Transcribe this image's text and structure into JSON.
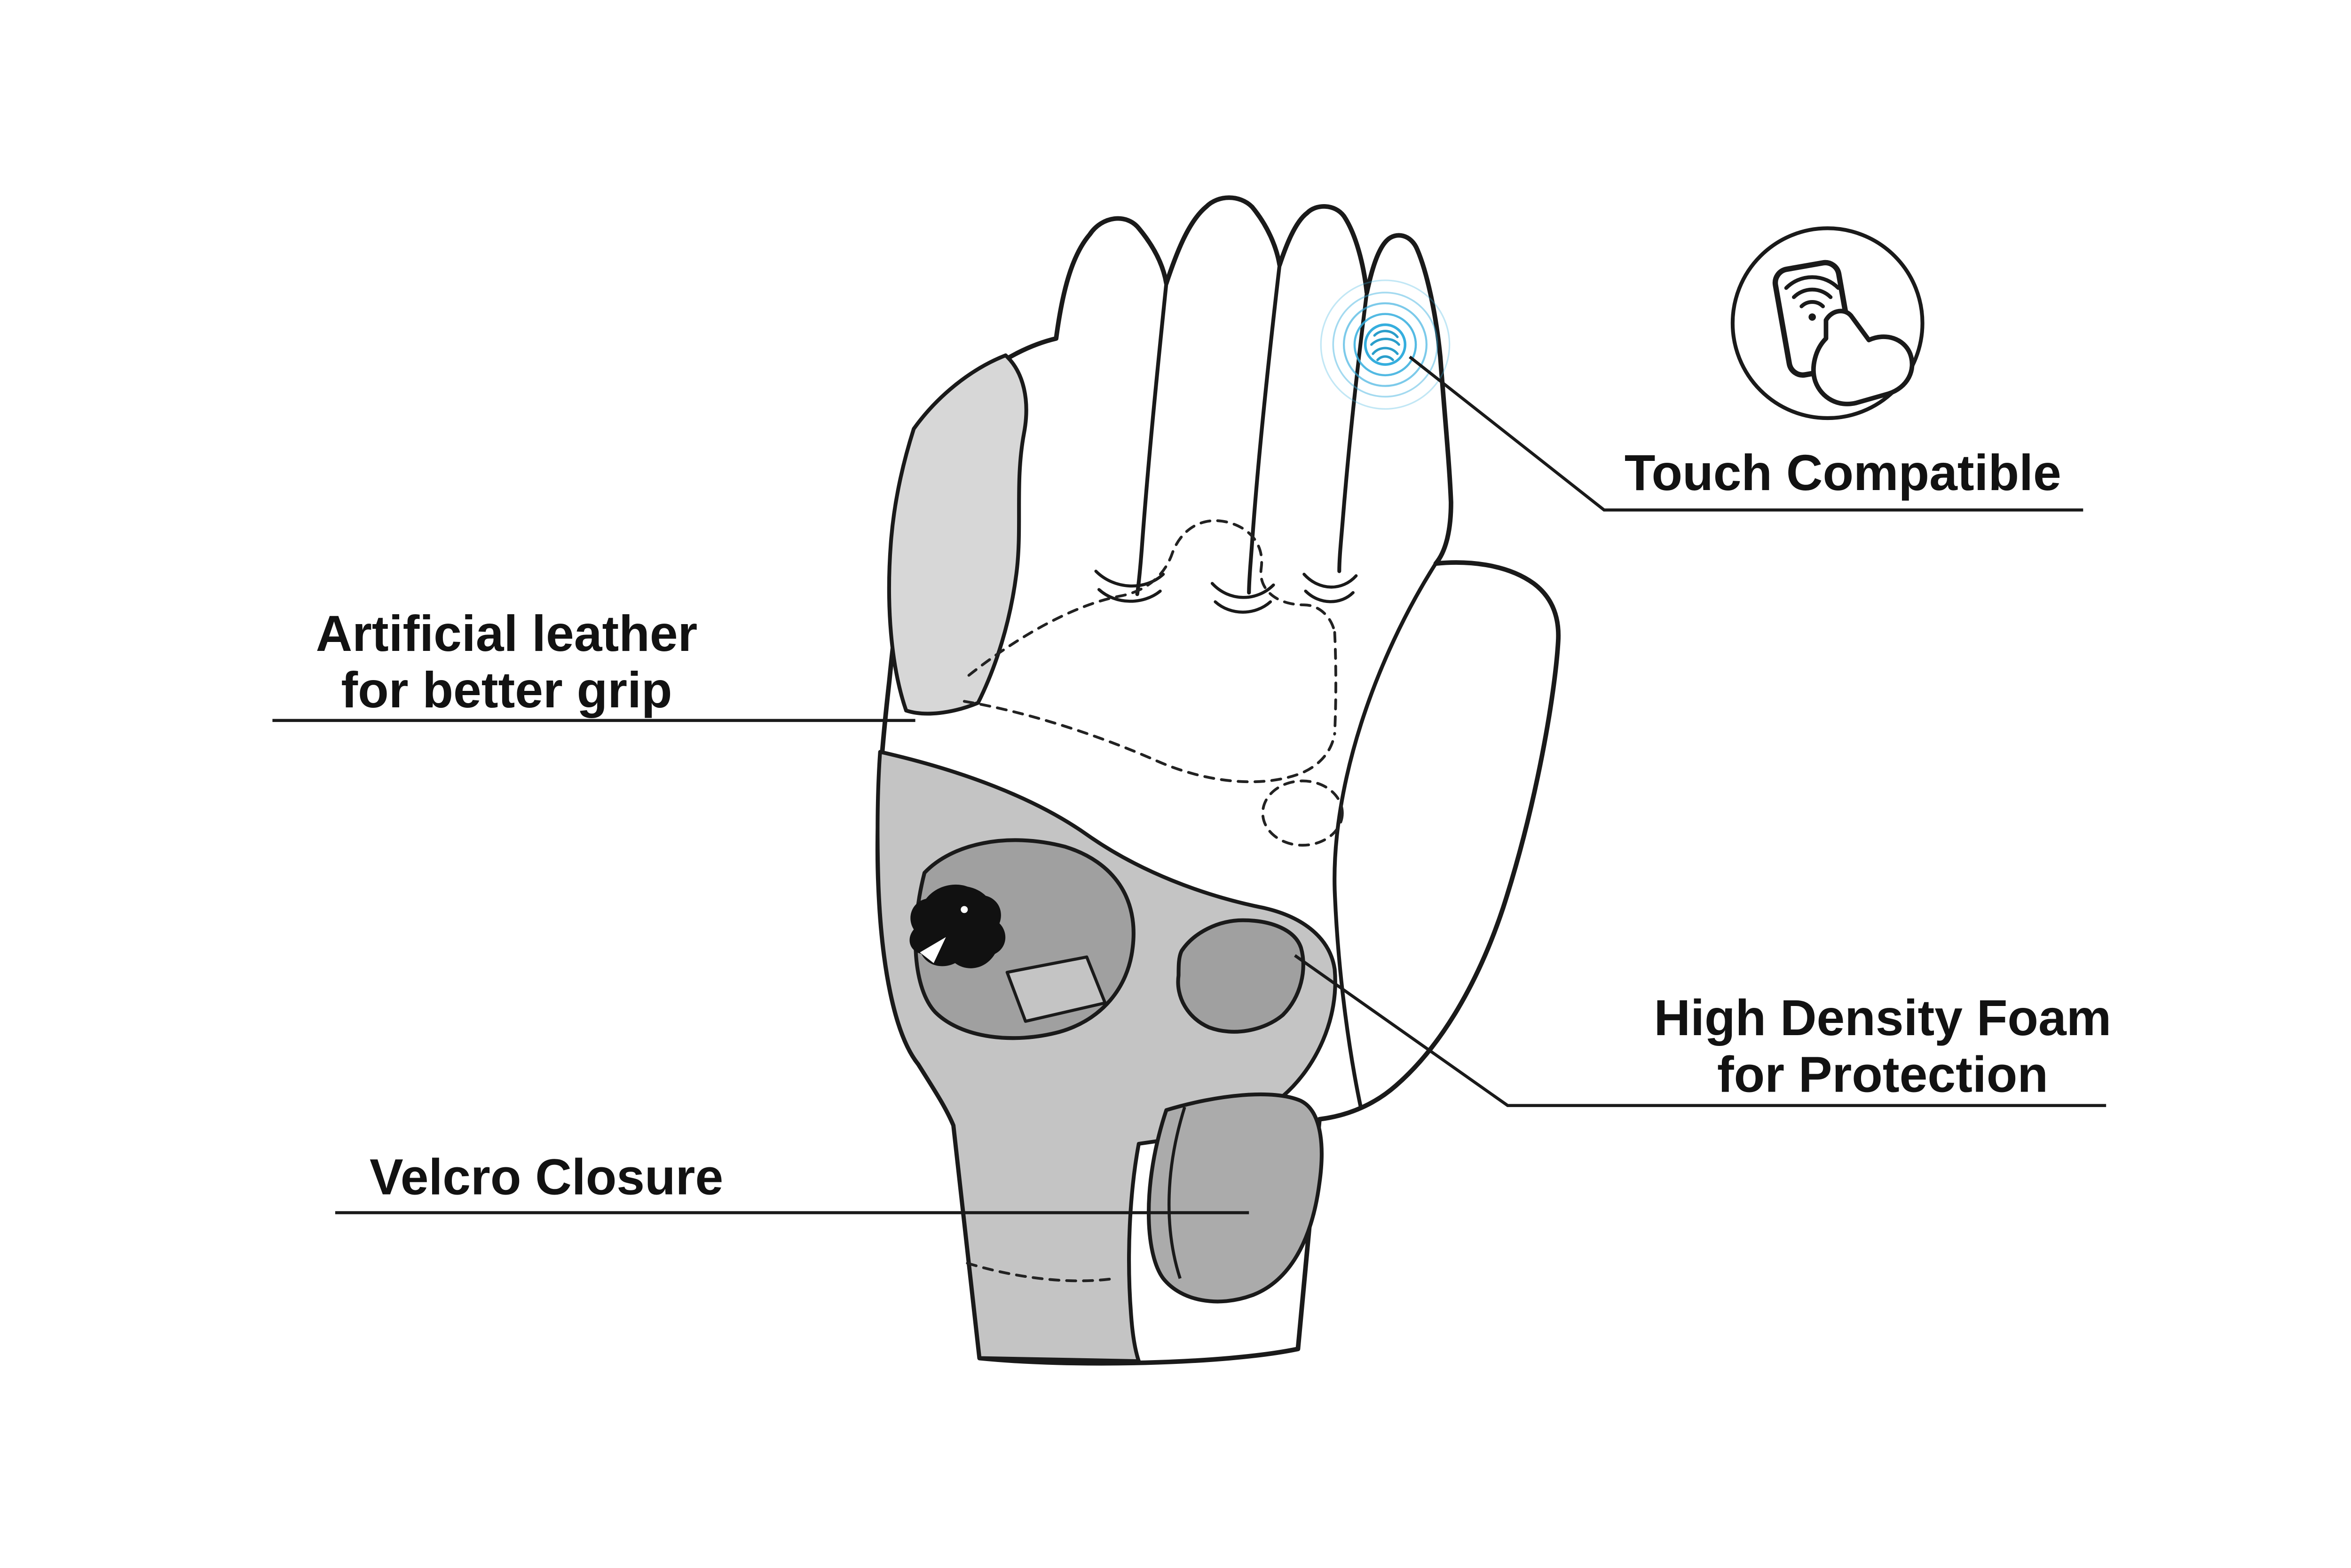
{
  "title": "Glove feature diagram",
  "labels": {
    "artificial_leather": {
      "line1": "Artificial leather",
      "line2": "for better grip"
    },
    "velcro": {
      "text": "Velcro Closure"
    },
    "touch": {
      "text": "Touch Compatible"
    },
    "foam": {
      "line1": "High Density Foam",
      "line2": "for Protection"
    }
  },
  "icons": {
    "touch_compatible": "phone-touch-icon",
    "fingertip": "touch-ripple-fingerprint-icon",
    "brand": "bear-logo"
  },
  "colors": {
    "line_black": "#1a1a1a",
    "glove_white": "#ffffff",
    "panel_light_gray": "#d7d7d7",
    "panel_medium_gray": "#c4c4c4",
    "pad_dark_gray": "#a0a0a0",
    "strap_gray": "#ababab",
    "touch_blue": "#35aede"
  }
}
